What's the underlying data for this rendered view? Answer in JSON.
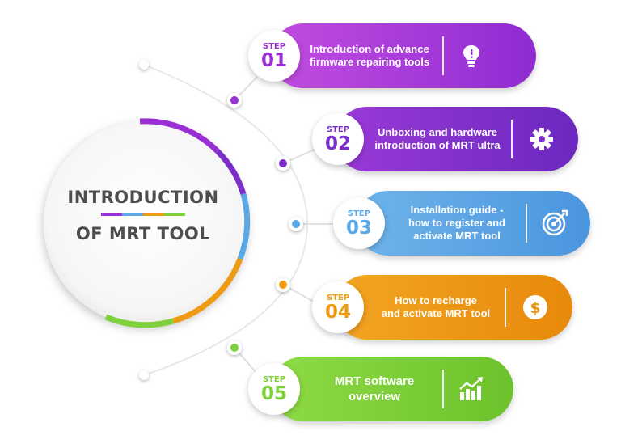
{
  "title": {
    "line1": "INTRODUCTION",
    "line2": "OF MRT TOOL"
  },
  "colors": {
    "purple": "#9b2fd6",
    "violet": "#7b2fc8",
    "blue": "#5aa8e6",
    "orange": "#ee9a12",
    "green": "#7ed13a",
    "text": "#4d4d4d"
  },
  "steps": [
    {
      "label": "STEP",
      "number": "01",
      "line1": "Introduction of advance",
      "line2": "firmware repairing tools",
      "icon": "lightbulb-icon"
    },
    {
      "label": "STEP",
      "number": "02",
      "line1": "Unboxing and hardware",
      "line2": "introduction of MRT ultra",
      "icon": "gear-icon"
    },
    {
      "label": "STEP",
      "number": "03",
      "line1": "Installation guide -",
      "line2": "how to register and",
      "line3": "activate MRT tool",
      "icon": "target-icon"
    },
    {
      "label": "STEP",
      "number": "04",
      "line1": "How to recharge",
      "line2": "and activate MRT tool",
      "icon": "dollar-coin-icon"
    },
    {
      "label": "STEP",
      "number": "05",
      "line1": "MRT software",
      "line2": "overview",
      "icon": "growth-chart-icon"
    }
  ]
}
